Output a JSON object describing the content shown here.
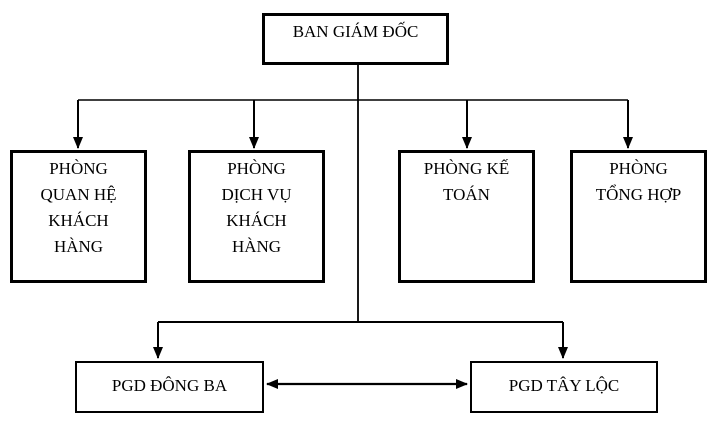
{
  "org_chart": {
    "root": {
      "label": "BAN GIÁM ĐỐC"
    },
    "departments": [
      {
        "label": "PHÒNG QUAN HỆ KHÁCH HÀNG",
        "lines": [
          "PHÒNG",
          "QUAN HỆ",
          "KHÁCH",
          "HÀNG"
        ]
      },
      {
        "label": "PHÒNG DỊCH VỤ KHÁCH HÀNG",
        "lines": [
          "PHÒNG",
          "DỊCH VỤ",
          "KHÁCH",
          "HÀNG"
        ]
      },
      {
        "label": "PHÒNG KẾ TOÁN",
        "lines": [
          "PHÒNG KẾ",
          "TOÁN"
        ]
      },
      {
        "label": "PHÒNG TỔNG HỢP",
        "lines": [
          "PHÒNG",
          "TỔNG HỢP"
        ]
      }
    ],
    "branches": [
      {
        "label": "PGD ĐÔNG BA"
      },
      {
        "label": "PGD TÂY LỘC"
      }
    ],
    "edges": {
      "root_to_departments": "arrows-down",
      "root_to_branches": "arrows-down",
      "branch_to_branch": "double-headed-arrow"
    },
    "colors": {
      "background": "#ffffff",
      "line": "#000000",
      "box_border": "#000000",
      "box_fill": "#ffffff",
      "text": "#000000"
    }
  }
}
